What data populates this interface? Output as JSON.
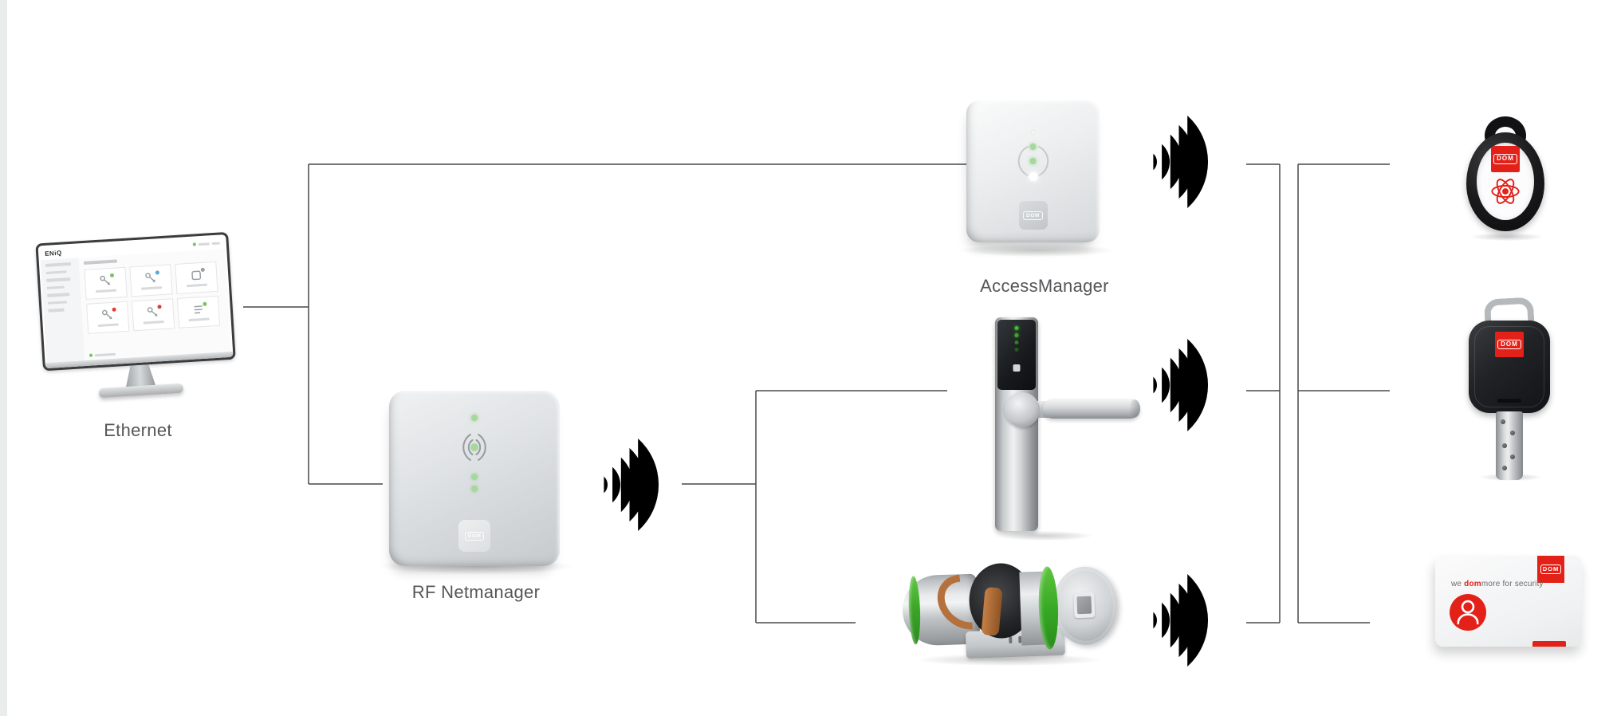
{
  "labels": {
    "ethernet": "Ethernet",
    "access_manager": "AccessManager",
    "rf_netmanager": "RF Netmanager"
  },
  "brand": {
    "logo_text": "DOM",
    "red": "#e32119"
  },
  "card": {
    "slogan_we": "we ",
    "slogan_dom": "dom",
    "slogan_rest": "more for security"
  },
  "software": {
    "logo_text": "ENiQ"
  },
  "colors": {
    "connector_line": "#47484a",
    "label_text": "#55565a",
    "device_grey": "#d8dbdd",
    "led_green": "#a6d79e",
    "cylinder_green": "#3fae2a",
    "copper": "#b5713d"
  }
}
